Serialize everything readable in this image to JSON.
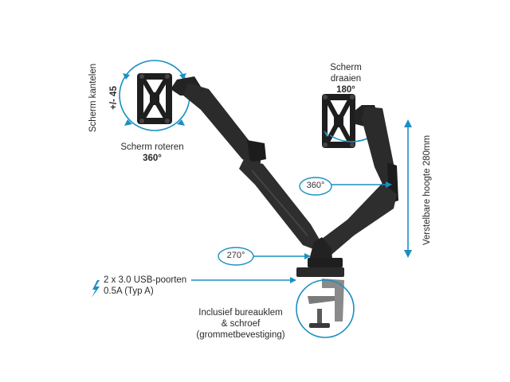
{
  "labels": {
    "tilt_text": "Scherm kantelen",
    "tilt_value": "+/- 45",
    "rotate_text": "Scherm roteren",
    "rotate_value": "360°",
    "swivel_text_1": "Scherm",
    "swivel_text_2": "draaien",
    "swivel_value": "180°",
    "height_text": "Verstelbare hoogte 280mm",
    "arm_rotation": "360°",
    "base_rotation": "270°",
    "usb_line_1": "2 x 3.0 USB-poorten",
    "usb_line_2": "0.5A (Typ A)",
    "clamp_line_1": "Inclusief bureauklem",
    "clamp_line_2": "& schroef",
    "clamp_line_3": "(grommetbevestiging)"
  },
  "colors": {
    "accent": "#1a8fc2",
    "arm": "#2b2b2b",
    "arm_dark": "#1a1a1a",
    "clamp": "#8a8a8a"
  },
  "icons": {
    "usb": "lightning-icon"
  }
}
